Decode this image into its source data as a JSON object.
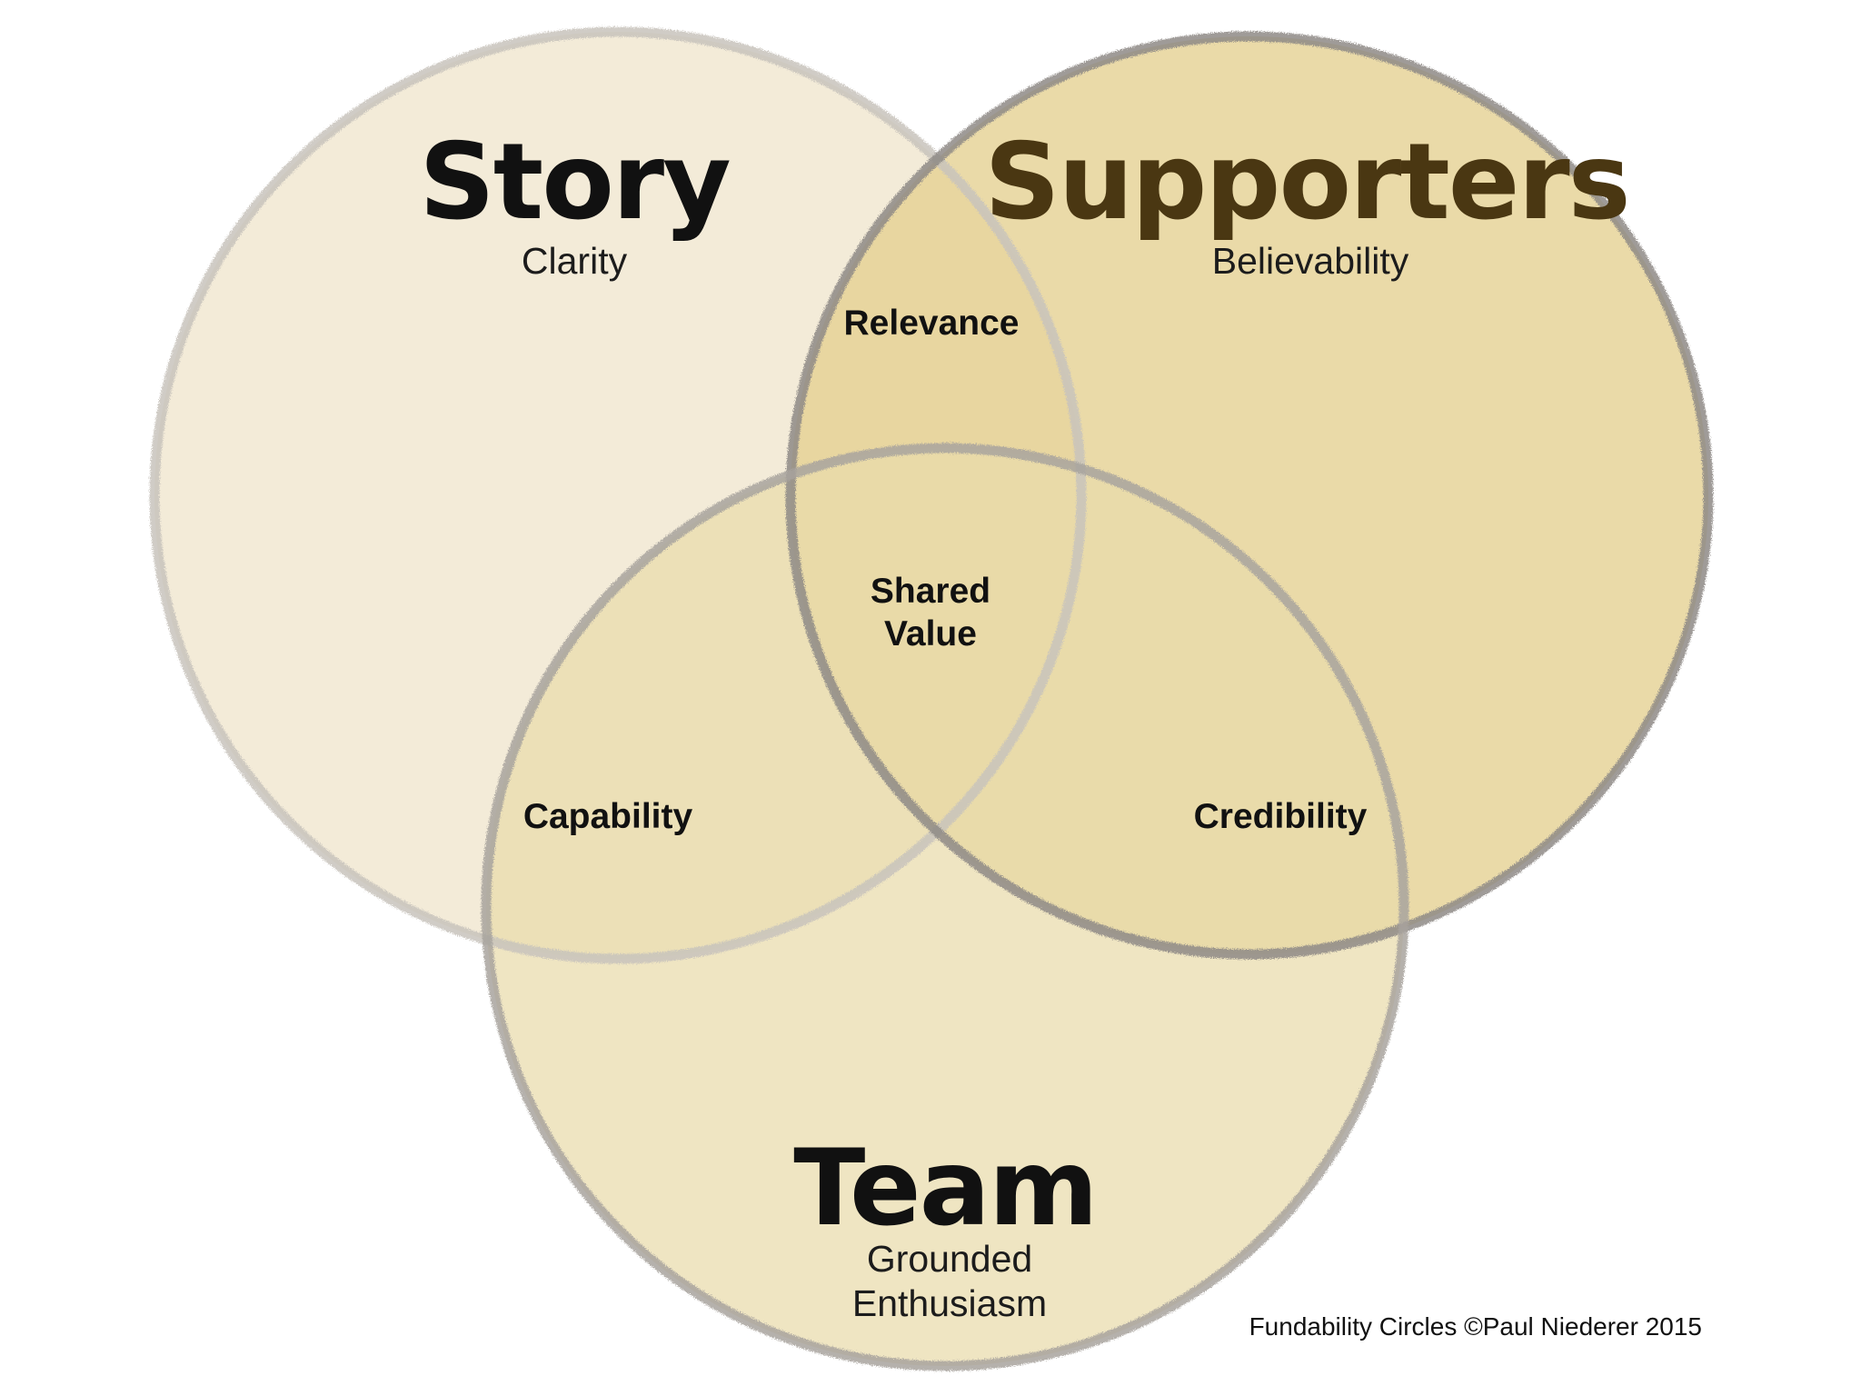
{
  "colors": {
    "story_fill": "#f1e7d1",
    "supporters_fill": "#e4cf90",
    "team_fill": "#e9dbab",
    "story_border": "#c8c3bc",
    "supporters_border": "#8e8a86",
    "team_border": "#a8a39d",
    "story_title": "#111111",
    "supporters_title": "#4a3712",
    "team_title": "#111111"
  },
  "circles": {
    "story": {
      "title": "Story",
      "subtitle": "Clarity"
    },
    "supporters": {
      "title": "Supporters",
      "subtitle": "Believability"
    },
    "team": {
      "title": "Team",
      "subtitle_line1": "Grounded",
      "subtitle_line2": "Enthusiasm"
    }
  },
  "overlaps": {
    "story_supporters": "Relevance",
    "story_team": "Capability",
    "supporters_team": "Credibility",
    "center_line1": "Shared",
    "center_line2": "Value"
  },
  "credit": "Fundability Circles ©Paul Niederer 2015"
}
